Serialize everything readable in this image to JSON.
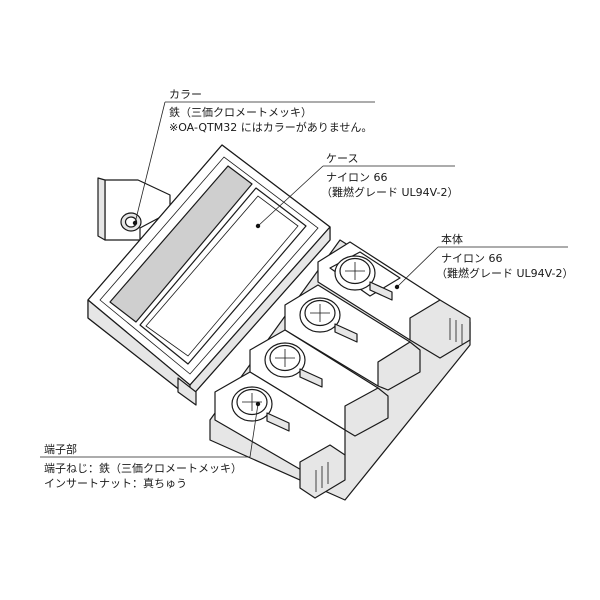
{
  "labels": {
    "collar": {
      "title": "カラー",
      "line1": "鉄（三価クロメートメッキ）",
      "line2": "※OA-QTM32 にはカラーがありません。"
    },
    "case": {
      "title": "ケース",
      "line1": "ナイロン 66",
      "line2": "（難燃グレード UL94V-2）"
    },
    "body": {
      "title": "本体",
      "line1": "ナイロン 66",
      "line2": "（難燃グレード UL94V-2）"
    },
    "terminal": {
      "title": "端子部",
      "line1": "端子ねじ：鉄（三価クロメートメッキ）",
      "line2": "インサートナット：真ちゅう"
    }
  }
}
